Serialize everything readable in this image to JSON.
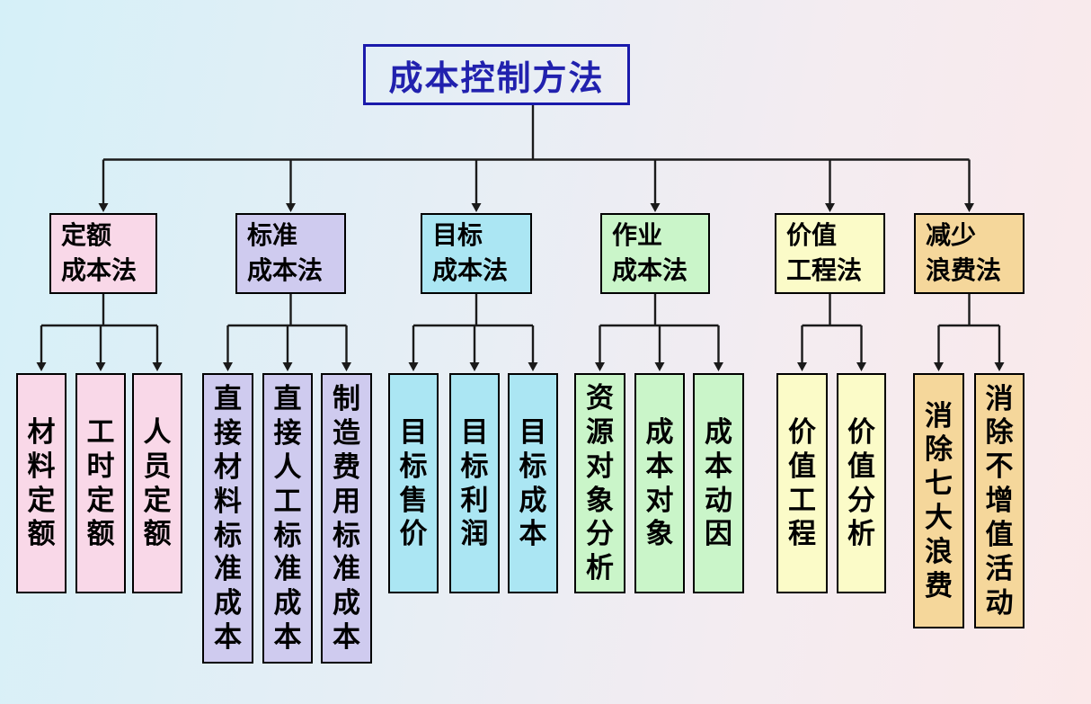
{
  "title": {
    "text": "成本控制方法",
    "color": "#2121ae"
  },
  "colors": {
    "line": "#1a1a1a",
    "title_border": "#1a1aab"
  },
  "groups": [
    {
      "label": "定额\n成本法",
      "fill": "#f9d8e8",
      "children": [
        "材料定额",
        "工时定额",
        "人员定额"
      ]
    },
    {
      "label": "标准\n成本法",
      "fill": "#cfcbef",
      "children": [
        "直接材料标准成本",
        "直接人工标准成本",
        "制造费用标准成本"
      ]
    },
    {
      "label": "目标\n成本法",
      "fill": "#abe6f3",
      "children": [
        "目标售价",
        "目标利润",
        "目标成本"
      ]
    },
    {
      "label": "作业\n成本法",
      "fill": "#caf5c9",
      "children": [
        "资源对象分析",
        "成本对象",
        "成本动因"
      ]
    },
    {
      "label": "价值\n工程法",
      "fill": "#fbfbc8",
      "children": [
        "价值工程",
        "价值分析"
      ]
    },
    {
      "label": "减少\n浪费法",
      "fill": "#f5d79b",
      "children": [
        "消除七大浪费",
        "消除不增值活动"
      ]
    }
  ]
}
